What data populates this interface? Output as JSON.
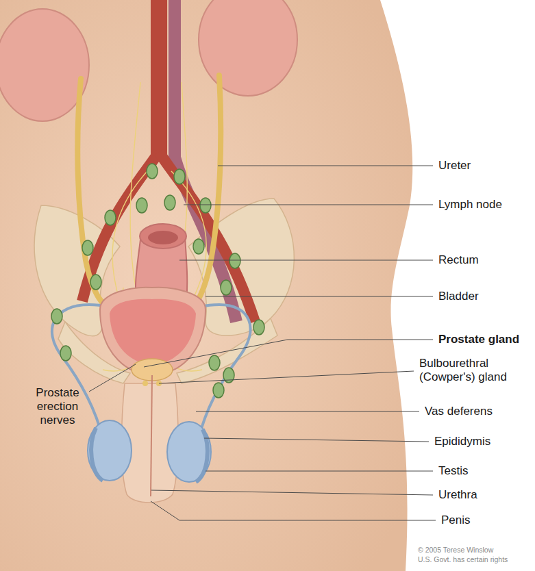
{
  "diagram": {
    "labels": [
      "Ureter",
      "Lymph node",
      "Rectum",
      "Bladder",
      "Prostate gland",
      "Bulbourethral (Cowper's) gland",
      "Vas deferens",
      "Epididymis",
      "Testis",
      "Urethra",
      "Penis",
      "Prostate erection nerves",
      "© 2005 Terese Winslow",
      "U.S. Govt. has certain rights"
    ]
  }
}
